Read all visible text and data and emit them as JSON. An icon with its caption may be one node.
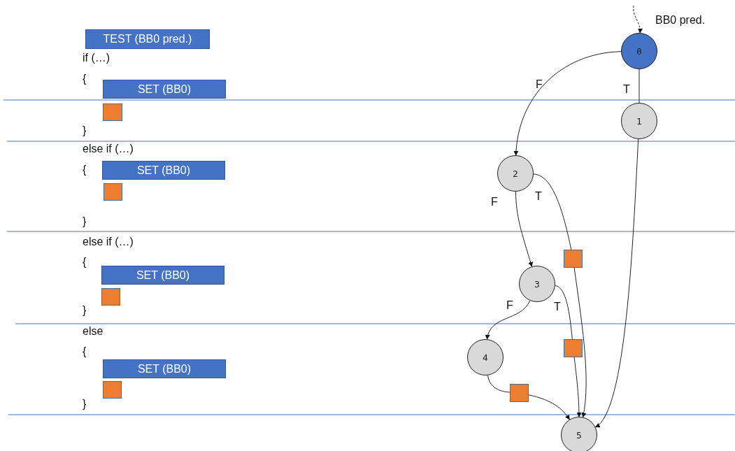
{
  "diagram": {
    "nodes": [
      {
        "text": [
          "TEST (BB0 pred.)"
        ]
      },
      {
        "text": [
          "SET (BB0)"
        ]
      },
      {
        "text": [],
        "shape": "box"
      },
      {
        "text": [
          "SET (BB0)"
        ]
      },
      {
        "text": [],
        "shape": "box"
      },
      {
        "text": [
          "SET (BB0)"
        ]
      },
      {
        "text": [],
        "shape": "box"
      },
      {
        "text": [
          "SET (BB0)"
        ]
      },
      {
        "text": [],
        "shape": "box"
      },
      {
        "text": [
          "0"
        ]
      },
      {
        "text": [
          "1"
        ]
      },
      {
        "text": [
          "2"
        ]
      },
      {
        "text": [],
        "shape": "box"
      },
      {
        "text": [
          "3"
        ]
      },
      {
        "text": [],
        "shape": "box"
      },
      {
        "text": [
          "4"
        ]
      },
      {
        "text": [],
        "shape": "box"
      },
      {
        "text": [
          "5"
        ]
      }
    ],
    "edges": [
      {
        "from": null,
        "to": 9,
        "arrow": "to",
        "style": "dashed"
      },
      {
        "from": 9,
        "to": 10,
        "arrow": "none",
        "label": "T"
      },
      {
        "from": 9,
        "to": 11,
        "arrow": "to",
        "label": "F"
      },
      {
        "from": 11,
        "to": 12,
        "arrow": "none",
        "label": "T"
      },
      {
        "from": 12,
        "to": 17,
        "arrow": "to"
      },
      {
        "from": 11,
        "to": 13,
        "arrow": "to",
        "label": "F"
      },
      {
        "from": 13,
        "to": 14,
        "arrow": "none",
        "label": "T"
      },
      {
        "from": 14,
        "to": 17,
        "arrow": "to"
      },
      {
        "from": 13,
        "to": 15,
        "arrow": "to",
        "label": "F"
      },
      {
        "from": 15,
        "to": 16,
        "arrow": "none"
      },
      {
        "from": 16,
        "to": 17,
        "arrow": "to"
      },
      {
        "from": 10,
        "to": 17,
        "arrow": "to"
      }
    ],
    "labels": [
      "BB0 pred.",
      "if (…)",
      "{",
      "}",
      "else if (…)",
      "{",
      "}",
      "else if (…)",
      "{",
      "}",
      "else",
      "{",
      "}"
    ]
  }
}
